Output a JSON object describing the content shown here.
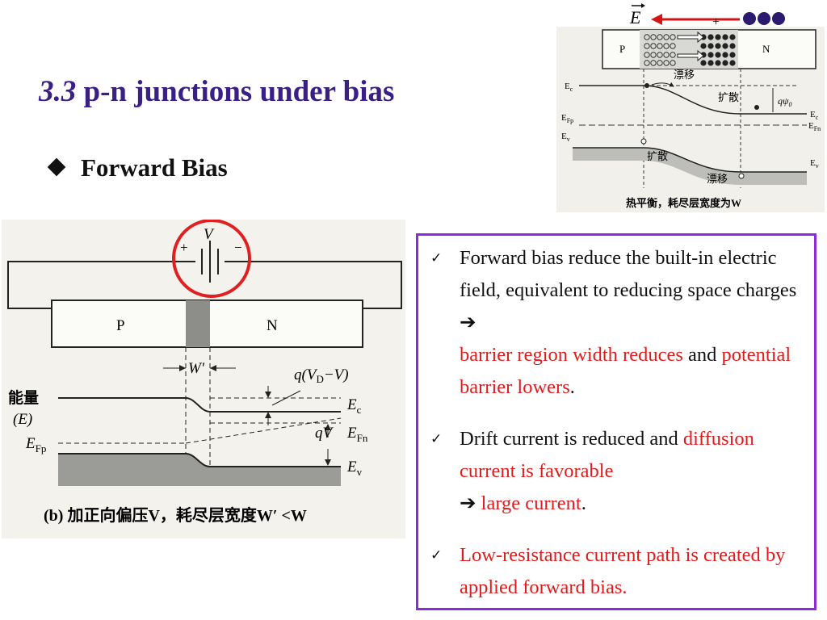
{
  "slide": {
    "title_num": "3.3",
    "title_text": "p-n junctions under bias",
    "bullet": "Forward Bias"
  },
  "fig_left": {
    "label_p": "P",
    "label_n": "N",
    "battery_v": "V",
    "battery_plus": "+",
    "battery_minus": "−",
    "width_label": "W′",
    "energy_label": "能量",
    "energy_sym": "(E)",
    "efp": "E",
    "efp_sub": "Fp",
    "ec": "E",
    "ec_sub": "c",
    "efn": "E",
    "efn_sub": "Fn",
    "ev": "E",
    "ev_sub": "v",
    "qv": "qV",
    "qvdv_a": "q(V",
    "qvdv_b": "D",
    "qvdv_c": "−V)",
    "caption": "(b) 加正向偏压V，耗尽层宽度W′ <W"
  },
  "fig_right": {
    "label_p": "P",
    "label_n": "N",
    "drift_top": "漂移",
    "diff_top": "扩散",
    "diff_bot": "扩散",
    "drift_bot": "漂移",
    "ec_l": "E",
    "ec_l_sub": "c",
    "efp": "E",
    "efp_sub": "Fp",
    "ev_l": "E",
    "ev_l_sub": "v",
    "ec_r": "E",
    "ec_r_sub": "c",
    "efn": "E",
    "efn_sub": "Fn",
    "ev_r": "E",
    "ev_r_sub": "v",
    "qphi": "qψ",
    "qphi_sub": "0",
    "caption": "热平衡，耗尽层宽度为W"
  },
  "field": {
    "label": "E",
    "plus": "+"
  },
  "points": {
    "p1_a": "Forward bias reduce the built-in electric field, equivalent to reducing space charges ",
    "p1_arrow": "➔",
    "p1_red1": "barrier region width reduces",
    "p1_and": " and ",
    "p1_red2": "potential barrier lowers",
    "p1_end": ".",
    "p2_a": "Drift current is reduced and ",
    "p2_red1": "diffusion current is favorable",
    "p2_arrow": " ➔ ",
    "p2_red2": "large current",
    "p2_end": ".",
    "p3_red": "Low-resistance current path is created by applied forward bias.",
    "check": "✓"
  },
  "colors": {
    "title": "#3a1f86",
    "accent_red": "#e11b1b",
    "box_border": "#8a2be2"
  }
}
